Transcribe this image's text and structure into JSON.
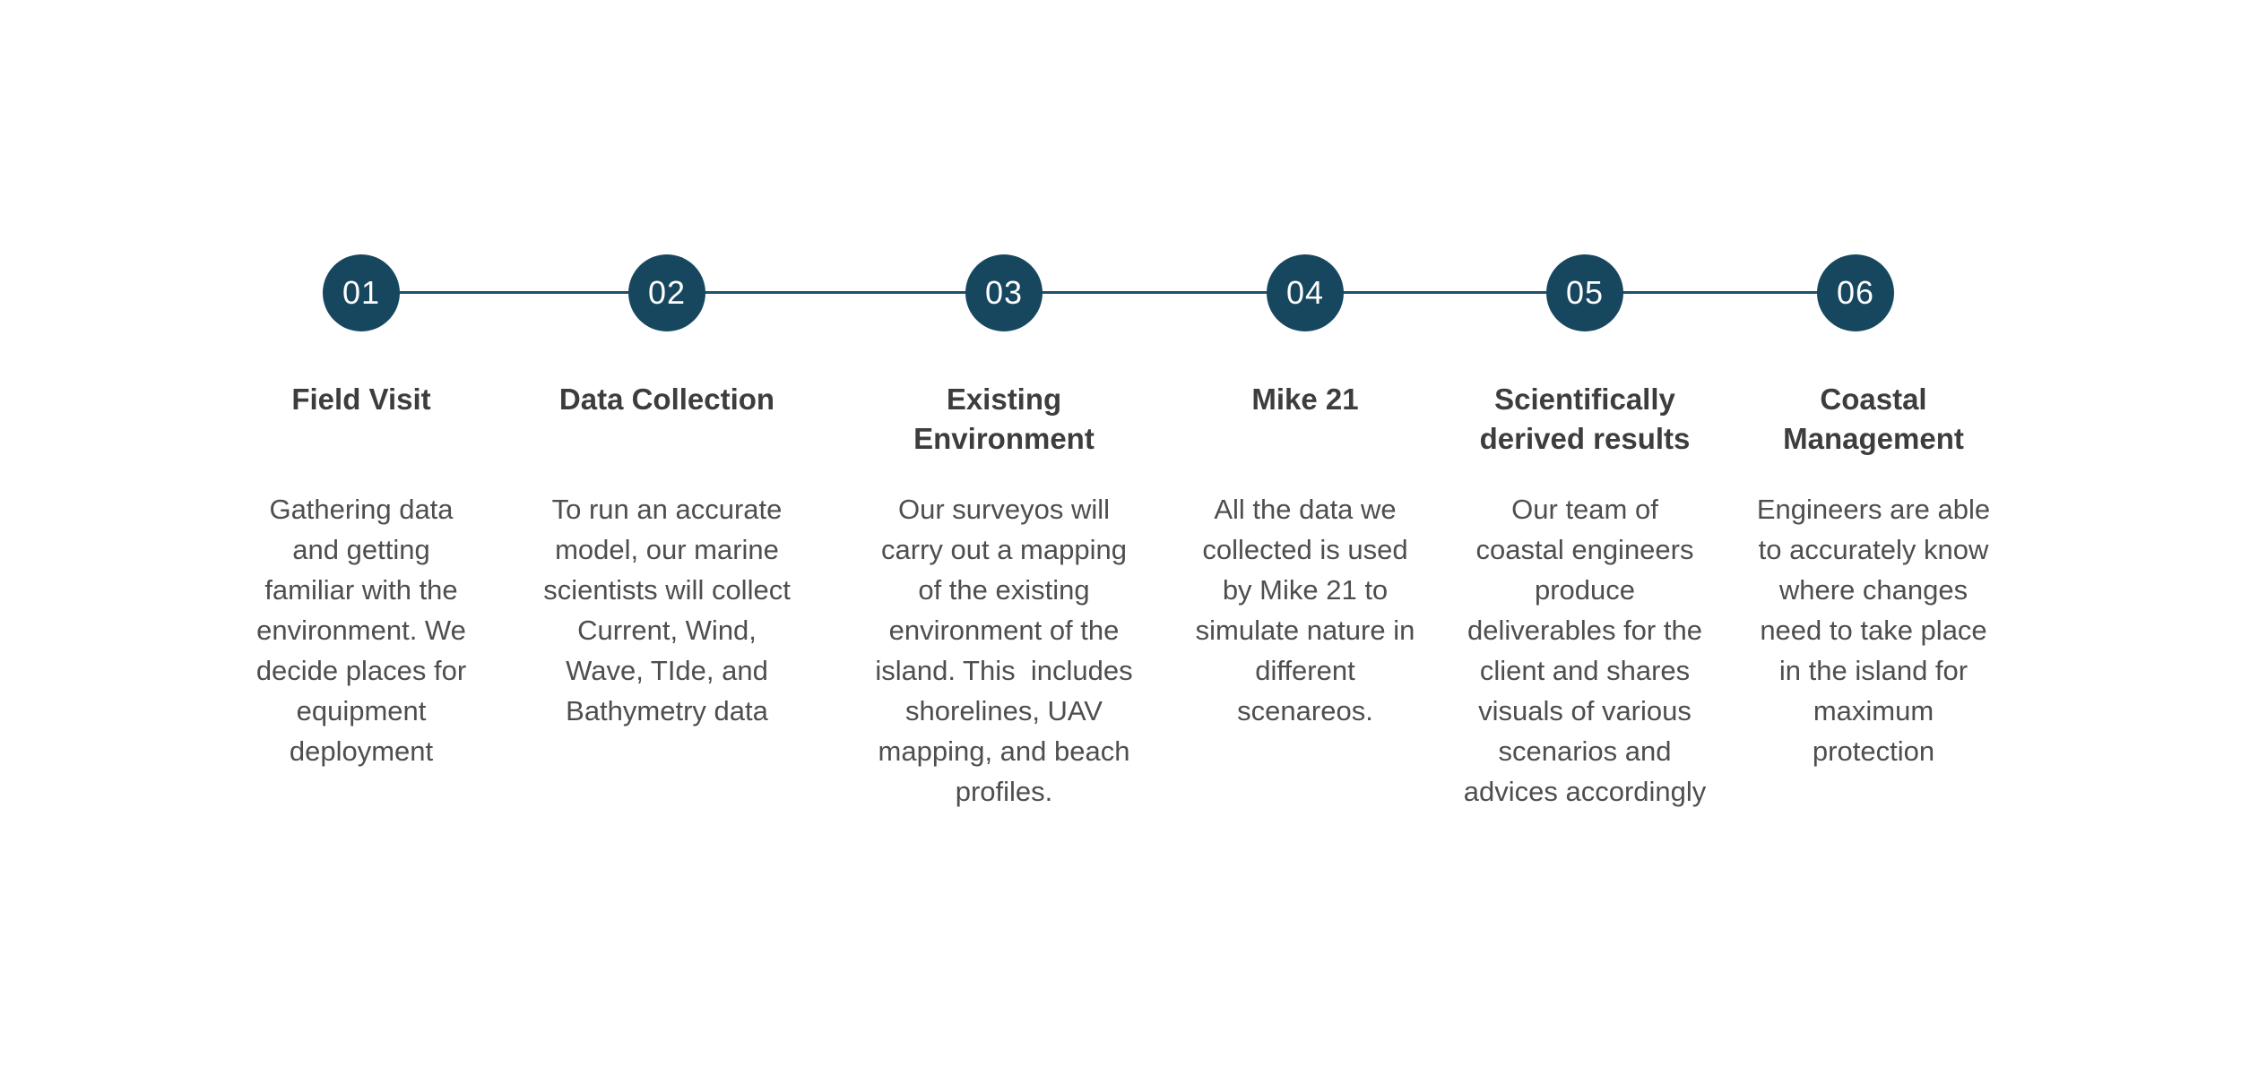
{
  "page": {
    "background_color": "#ffffff"
  },
  "timeline": {
    "accent_color": "#17475f",
    "line_color": "#1e5170",
    "title_color": "#3d3d3d",
    "body_color": "#4e4e4e",
    "number_color": "#ffffff",
    "steps": [
      {
        "number": "01",
        "title": "Field Visit",
        "description": "Gathering data\nand getting\nfamiliar with the\nenvironment. We\ndecide places for\nequipment\ndeployment"
      },
      {
        "number": "02",
        "title": "Data Collection",
        "description": "To run an accurate\nmodel, our marine\nscientists will collect\nCurrent, Wind,\nWave, TIde, and\nBathymetry data"
      },
      {
        "number": "03",
        "title": "Existing\nEnvironment",
        "description": "Our surveyos will\ncarry out a mapping\nof the existing\nenvironment of the\nisland. This  includes\nshorelines, UAV\nmapping, and beach\nprofiles."
      },
      {
        "number": "04",
        "title": "Mike 21",
        "description": "All the data we\ncollected is used\nby Mike 21 to\nsimulate nature in\ndifferent\nscenareos."
      },
      {
        "number": "05",
        "title": "Scientifically\nderived results",
        "description": "Our team of\ncoastal engineers\nproduce\ndeliverables for the\nclient and shares\nvisuals of various\nscenarios and\nadvices accordingly"
      },
      {
        "number": "06",
        "title": "Coastal\nManagement",
        "description": "Engineers are able\nto accurately know\nwhere changes\nneed to take place\nin the island for\nmaximum\nprotection"
      }
    ]
  }
}
